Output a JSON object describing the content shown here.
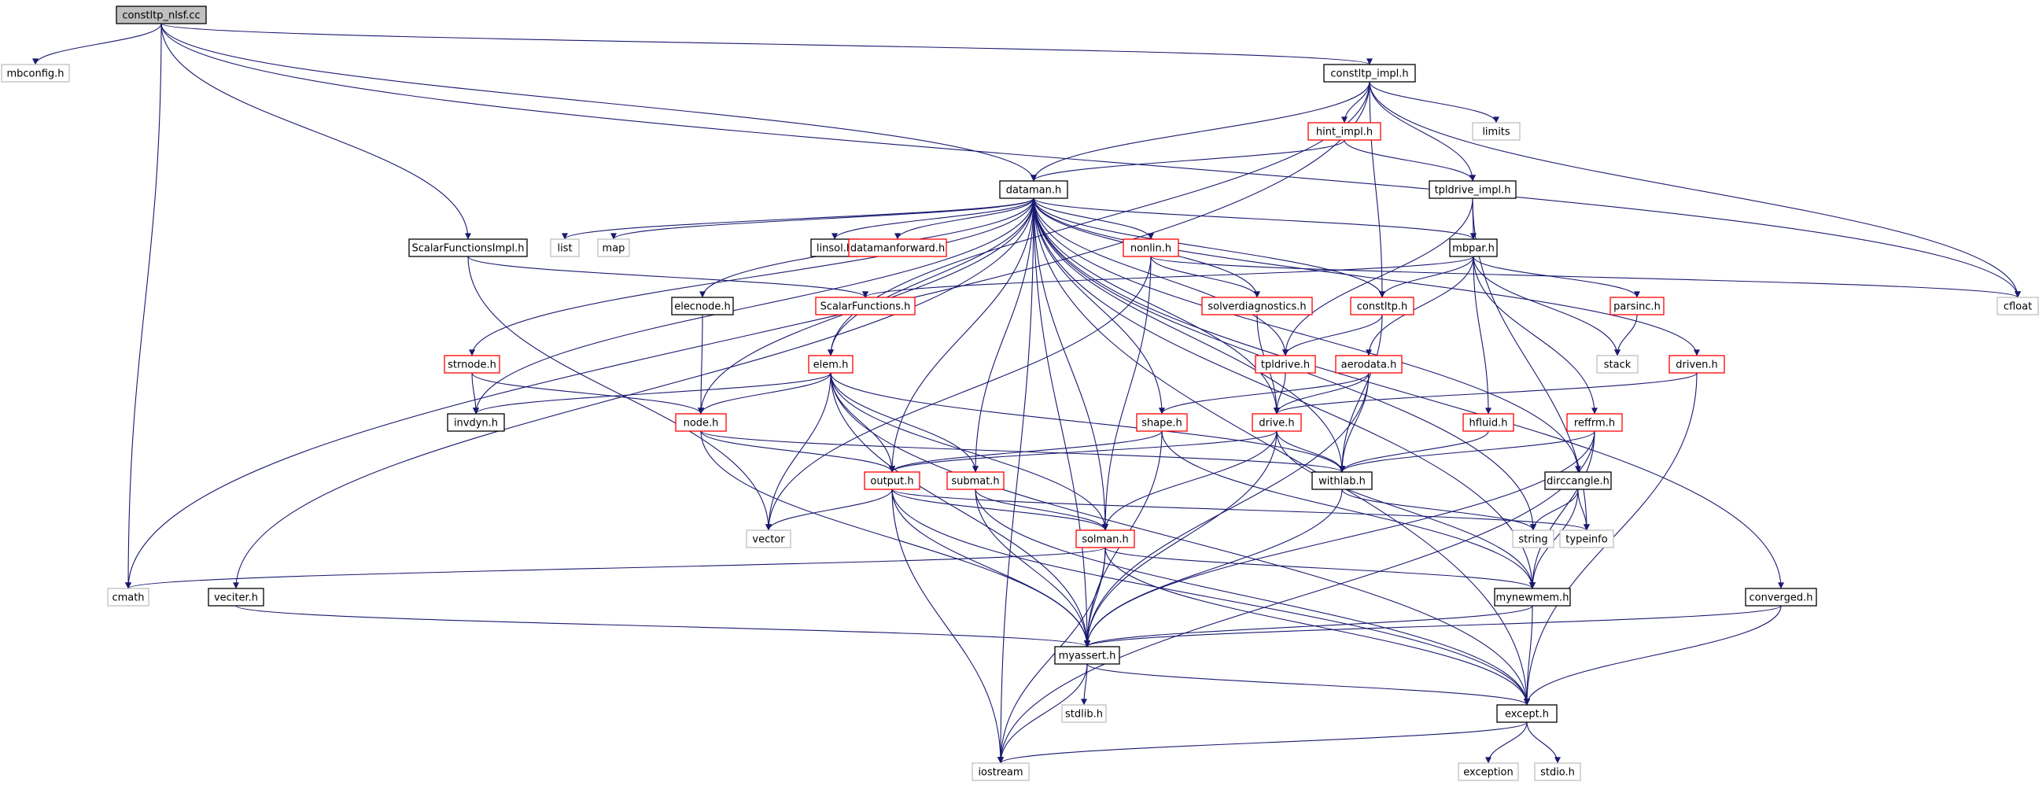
{
  "graph": {
    "colors": {
      "edge": "#191970",
      "root_fill": "#bfbfbf",
      "normal_border": "#000000",
      "truncated_border": "#ff0000",
      "system_border": "#bfbfbf"
    },
    "nodes": [
      {
        "id": "constltp_nlsf_cc",
        "label": "constltp_nlsf.cc",
        "kind": "root"
      },
      {
        "id": "mbconfig_h",
        "label": "mbconfig.h",
        "kind": "system"
      },
      {
        "id": "constltp_impl_h",
        "label": "constltp_impl.h",
        "kind": "normal"
      },
      {
        "id": "hint_impl_h",
        "label": "hint_impl.h",
        "kind": "truncated"
      },
      {
        "id": "limits",
        "label": "limits",
        "kind": "system"
      },
      {
        "id": "tpldrive_impl_h",
        "label": "tpldrive_impl.h",
        "kind": "normal"
      },
      {
        "id": "dataman_h",
        "label": "dataman.h",
        "kind": "normal"
      },
      {
        "id": "scalarfunctionsimpl_h",
        "label": "ScalarFunctionsImpl.h",
        "kind": "normal"
      },
      {
        "id": "list",
        "label": "list",
        "kind": "system"
      },
      {
        "id": "map",
        "label": "map",
        "kind": "system"
      },
      {
        "id": "linsol_h",
        "label": "linsol.h",
        "kind": "normal"
      },
      {
        "id": "datamanforward_h",
        "label": "datamanforward.h",
        "kind": "truncated"
      },
      {
        "id": "nonlin_h",
        "label": "nonlin.h",
        "kind": "truncated"
      },
      {
        "id": "mbpar_h",
        "label": "mbpar.h",
        "kind": "normal"
      },
      {
        "id": "cfloat",
        "label": "cfloat",
        "kind": "system"
      },
      {
        "id": "elecnode_h",
        "label": "elecnode.h",
        "kind": "normal"
      },
      {
        "id": "scalarfunctions_h",
        "label": "ScalarFunctions.h",
        "kind": "truncated"
      },
      {
        "id": "solverdiagnostics_h",
        "label": "solverdiagnostics.h",
        "kind": "truncated"
      },
      {
        "id": "constltp_h",
        "label": "constltp.h",
        "kind": "truncated"
      },
      {
        "id": "parsinc_h",
        "label": "parsinc.h",
        "kind": "truncated"
      },
      {
        "id": "stack",
        "label": "stack",
        "kind": "system"
      },
      {
        "id": "strnode_h",
        "label": "strnode.h",
        "kind": "truncated"
      },
      {
        "id": "elem_h",
        "label": "elem.h",
        "kind": "truncated"
      },
      {
        "id": "tpldrive_h",
        "label": "tpldrive.h",
        "kind": "truncated"
      },
      {
        "id": "aerodata_h",
        "label": "aerodata.h",
        "kind": "truncated"
      },
      {
        "id": "driven_h",
        "label": "driven.h",
        "kind": "truncated"
      },
      {
        "id": "invdyn_h",
        "label": "invdyn.h",
        "kind": "normal"
      },
      {
        "id": "node_h",
        "label": "node.h",
        "kind": "truncated"
      },
      {
        "id": "shape_h",
        "label": "shape.h",
        "kind": "truncated"
      },
      {
        "id": "drive_h",
        "label": "drive.h",
        "kind": "truncated"
      },
      {
        "id": "hfluid_h",
        "label": "hfluid.h",
        "kind": "truncated"
      },
      {
        "id": "reffrm_h",
        "label": "reffrm.h",
        "kind": "truncated"
      },
      {
        "id": "output_h",
        "label": "output.h",
        "kind": "truncated"
      },
      {
        "id": "submat_h",
        "label": "submat.h",
        "kind": "truncated"
      },
      {
        "id": "withlab_h",
        "label": "withlab.h",
        "kind": "normal"
      },
      {
        "id": "dirccangle_h",
        "label": "dirccangle.h",
        "kind": "normal"
      },
      {
        "id": "vector",
        "label": "vector",
        "kind": "system"
      },
      {
        "id": "solman_h",
        "label": "solman.h",
        "kind": "truncated"
      },
      {
        "id": "string",
        "label": "string",
        "kind": "system"
      },
      {
        "id": "typeinfo",
        "label": "typeinfo",
        "kind": "system"
      },
      {
        "id": "cmath",
        "label": "cmath",
        "kind": "system"
      },
      {
        "id": "veciter_h",
        "label": "veciter.h",
        "kind": "normal"
      },
      {
        "id": "mynewmem_h",
        "label": "mynewmem.h",
        "kind": "normal"
      },
      {
        "id": "converged_h",
        "label": "converged.h",
        "kind": "normal"
      },
      {
        "id": "myassert_h",
        "label": "myassert.h",
        "kind": "normal"
      },
      {
        "id": "stdlib_h",
        "label": "stdlib.h",
        "kind": "system"
      },
      {
        "id": "except_h",
        "label": "except.h",
        "kind": "normal"
      },
      {
        "id": "exception",
        "label": "exception",
        "kind": "system"
      },
      {
        "id": "stdio_h",
        "label": "stdio.h",
        "kind": "system"
      },
      {
        "id": "iostream",
        "label": "iostream",
        "kind": "system"
      }
    ],
    "edges": [
      [
        "constltp_nlsf_cc",
        "mbconfig_h"
      ],
      [
        "constltp_nlsf_cc",
        "constltp_impl_h"
      ],
      [
        "constltp_nlsf_cc",
        "cfloat"
      ],
      [
        "constltp_nlsf_cc",
        "dataman_h"
      ],
      [
        "constltp_nlsf_cc",
        "scalarfunctionsimpl_h"
      ],
      [
        "constltp_nlsf_cc",
        "cmath"
      ],
      [
        "constltp_impl_h",
        "hint_impl_h"
      ],
      [
        "constltp_impl_h",
        "limits"
      ],
      [
        "constltp_impl_h",
        "tpldrive_impl_h"
      ],
      [
        "constltp_impl_h",
        "cfloat"
      ],
      [
        "constltp_impl_h",
        "constltp_h"
      ],
      [
        "constltp_impl_h",
        "dataman_h"
      ],
      [
        "constltp_impl_h",
        "elem_h"
      ],
      [
        "constltp_impl_h",
        "cmath"
      ],
      [
        "hint_impl_h",
        "dataman_h"
      ],
      [
        "hint_impl_h",
        "tpldrive_impl_h"
      ],
      [
        "tpldrive_impl_h",
        "mbpar_h"
      ],
      [
        "tpldrive_impl_h",
        "tpldrive_h"
      ],
      [
        "tpldrive_impl_h",
        "typeinfo"
      ],
      [
        "dataman_h",
        "list"
      ],
      [
        "dataman_h",
        "map"
      ],
      [
        "dataman_h",
        "linsol_h"
      ],
      [
        "dataman_h",
        "datamanforward_h"
      ],
      [
        "dataman_h",
        "nonlin_h"
      ],
      [
        "dataman_h",
        "mbpar_h"
      ],
      [
        "dataman_h",
        "elecnode_h"
      ],
      [
        "dataman_h",
        "solverdiagnostics_h"
      ],
      [
        "dataman_h",
        "constltp_h"
      ],
      [
        "dataman_h",
        "strnode_h"
      ],
      [
        "dataman_h",
        "elem_h"
      ],
      [
        "dataman_h",
        "tpldrive_h"
      ],
      [
        "dataman_h",
        "driven_h"
      ],
      [
        "dataman_h",
        "invdyn_h"
      ],
      [
        "dataman_h",
        "node_h"
      ],
      [
        "dataman_h",
        "shape_h"
      ],
      [
        "dataman_h",
        "drive_h"
      ],
      [
        "dataman_h",
        "output_h"
      ],
      [
        "dataman_h",
        "submat_h"
      ],
      [
        "dataman_h",
        "solman_h"
      ],
      [
        "dataman_h",
        "withlab_h"
      ],
      [
        "dataman_h",
        "veciter_h"
      ],
      [
        "dataman_h",
        "myassert_h"
      ],
      [
        "dataman_h",
        "iostream"
      ],
      [
        "dataman_h",
        "string"
      ],
      [
        "dataman_h",
        "dirccangle_h"
      ],
      [
        "dataman_h",
        "mynewmem_h"
      ],
      [
        "dataman_h",
        "converged_h"
      ],
      [
        "dataman_h",
        "except_h"
      ],
      [
        "scalarfunctionsimpl_h",
        "scalarfunctions_h"
      ],
      [
        "scalarfunctionsimpl_h",
        "vector"
      ],
      [
        "nonlin_h",
        "solverdiagnostics_h"
      ],
      [
        "nonlin_h",
        "vector"
      ],
      [
        "nonlin_h",
        "solman_h"
      ],
      [
        "nonlin_h",
        "cfloat"
      ],
      [
        "mbpar_h",
        "scalarfunctions_h"
      ],
      [
        "mbpar_h",
        "constltp_h"
      ],
      [
        "mbpar_h",
        "parsinc_h"
      ],
      [
        "mbpar_h",
        "aerodata_h"
      ],
      [
        "mbpar_h",
        "hfluid_h"
      ],
      [
        "mbpar_h",
        "reffrm_h"
      ],
      [
        "mbpar_h",
        "stack"
      ],
      [
        "elecnode_h",
        "node_h"
      ],
      [
        "solverdiagnostics_h",
        "drive_h"
      ],
      [
        "constltp_h",
        "tpldrive_h"
      ],
      [
        "constltp_h",
        "withlab_h"
      ],
      [
        "parsinc_h",
        "stack"
      ],
      [
        "strnode_h",
        "invdyn_h"
      ],
      [
        "strnode_h",
        "node_h"
      ],
      [
        "elem_h",
        "invdyn_h"
      ],
      [
        "elem_h",
        "node_h"
      ],
      [
        "elem_h",
        "output_h"
      ],
      [
        "elem_h",
        "submat_h"
      ],
      [
        "elem_h",
        "solman_h"
      ],
      [
        "elem_h",
        "withlab_h"
      ],
      [
        "elem_h",
        "vector"
      ],
      [
        "elem_h",
        "myassert_h"
      ],
      [
        "elem_h",
        "except_h"
      ],
      [
        "tpldrive_h",
        "drive_h"
      ],
      [
        "aerodata_h",
        "drive_h"
      ],
      [
        "aerodata_h",
        "shape_h"
      ],
      [
        "aerodata_h",
        "withlab_h"
      ],
      [
        "aerodata_h",
        "myassert_h"
      ],
      [
        "driven_h",
        "drive_h"
      ],
      [
        "driven_h",
        "except_h"
      ],
      [
        "node_h",
        "output_h"
      ],
      [
        "node_h",
        "withlab_h"
      ],
      [
        "node_h",
        "myassert_h"
      ],
      [
        "shape_h",
        "output_h"
      ],
      [
        "shape_h",
        "myassert_h"
      ],
      [
        "shape_h",
        "mynewmem_h"
      ],
      [
        "drive_h",
        "output_h"
      ],
      [
        "drive_h",
        "solman_h"
      ],
      [
        "drive_h",
        "withlab_h"
      ],
      [
        "drive_h",
        "mynewmem_h"
      ],
      [
        "drive_h",
        "myassert_h"
      ],
      [
        "hfluid_h",
        "withlab_h"
      ],
      [
        "reffrm_h",
        "withlab_h"
      ],
      [
        "reffrm_h",
        "mynewmem_h"
      ],
      [
        "reffrm_h",
        "myassert_h"
      ],
      [
        "reffrm_h",
        "iostream"
      ],
      [
        "output_h",
        "vector"
      ],
      [
        "output_h",
        "solman_h"
      ],
      [
        "output_h",
        "typeinfo"
      ],
      [
        "output_h",
        "myassert_h"
      ],
      [
        "output_h",
        "except_h"
      ],
      [
        "output_h",
        "iostream"
      ],
      [
        "submat_h",
        "solman_h"
      ],
      [
        "submat_h",
        "myassert_h"
      ],
      [
        "submat_h",
        "except_h"
      ],
      [
        "withlab_h",
        "string"
      ],
      [
        "withlab_h",
        "myassert_h"
      ],
      [
        "dirccangle_h",
        "string"
      ],
      [
        "dirccangle_h",
        "typeinfo"
      ],
      [
        "dirccangle_h",
        "mynewmem_h"
      ],
      [
        "solman_h",
        "cmath"
      ],
      [
        "solman_h",
        "mynewmem_h"
      ],
      [
        "solman_h",
        "myassert_h"
      ],
      [
        "solman_h",
        "except_h"
      ],
      [
        "solman_h",
        "iostream"
      ],
      [
        "veciter_h",
        "myassert_h"
      ],
      [
        "mynewmem_h",
        "myassert_h"
      ],
      [
        "mynewmem_h",
        "except_h"
      ],
      [
        "converged_h",
        "myassert_h"
      ],
      [
        "converged_h",
        "except_h"
      ],
      [
        "myassert_h",
        "stdlib_h"
      ],
      [
        "myassert_h",
        "except_h"
      ],
      [
        "myassert_h",
        "iostream"
      ],
      [
        "except_h",
        "exception"
      ],
      [
        "except_h",
        "stdio_h"
      ],
      [
        "except_h",
        "iostream"
      ]
    ]
  }
}
